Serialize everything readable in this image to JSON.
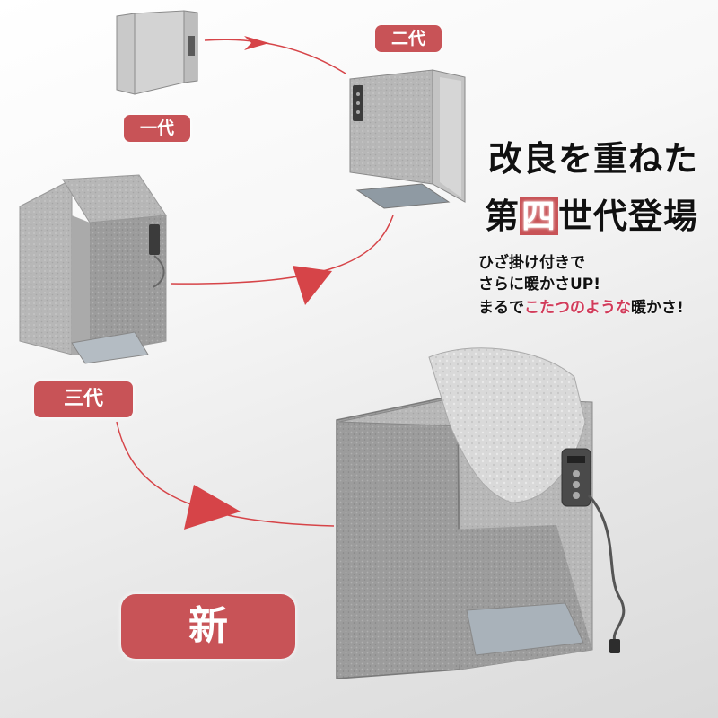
{
  "generations": {
    "gen1_label": "一代",
    "gen2_label": "二代",
    "gen3_label": "三代",
    "new_label": "新"
  },
  "headline": {
    "line1": "改良を重ねた",
    "line2_prefix": "第",
    "line2_highlight": "四",
    "line2_suffix": "世代登場"
  },
  "subcopy": {
    "line1": "ひざ掛け付きで",
    "line2": "さらに暖かさUP!",
    "line3_prefix": "まるで",
    "line3_highlight": "こたつのような",
    "line3_suffix": "暖かさ!"
  },
  "colors": {
    "accent": "#c85357",
    "arrow": "#d64448",
    "felt": "#9a9a9a",
    "highlight_text": "#d23b5a"
  },
  "icons": [
    "arrow-right-icon",
    "arrow-left-icon",
    "arrow-curve-icon"
  ]
}
